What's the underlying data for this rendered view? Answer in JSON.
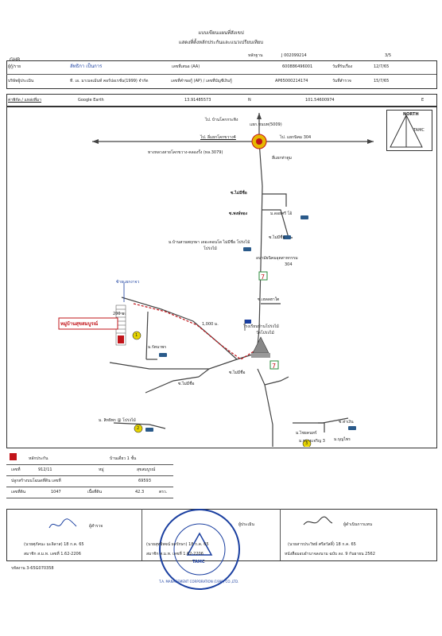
{
  "header": {
    "title": "แบบเขียนแผนที่สังเขป",
    "subtitle": "แสดงที่ตั้งหลักประกันและแนวเปรียบเทียบ",
    "logo": "GHB",
    "doc_no_label": "หลักฐาน",
    "doc_no": "J 002099214",
    "page": "3/5"
  },
  "info": {
    "owner_label": "ผู้กู้/ราย",
    "owner_value": "ลัทธิกา เป็นการ",
    "loan_no_label": "เลขที่เสนอ (AA)",
    "loan_no": "600886496001",
    "recv_date_label": "วันที่รับเรื่อง",
    "recv_date": "12/7/65",
    "appraiser_label": "บริษัทผู้ประเมิน",
    "appraiser_value": "ที. เอ. มาเนจเม้นท์ คอร์ปอเรชั่น(1999) จำกัด",
    "ap_no_label": "เลขที่คำขอกู้ (AP) / เลขที่บัญชีเงินกู้",
    "ap_no": "AP65000214174",
    "check_date_label": "วันที่สำรวจ",
    "check_date": "15/7/65"
  },
  "coords": {
    "label": "ค่าพิกัด / แหล่งที่มา",
    "source": "Google Earth",
    "lat": "13.91485573",
    "lat_dir": "N",
    "lon": "101.54600974",
    "lon_dir": "E"
  },
  "map": {
    "north": "NORTH",
    "north_logo": "TAMC",
    "top_left_road": "ไป. บ้านโคกกระทิง",
    "junction": "แยก.ชนบท(5009)",
    "left_dir": "ไป. ลี่แยกโคกขวาง4",
    "right_dir": "ไป. แยกนิคม 304",
    "highway": "ทางหลวงสายโคกขวาง-คลองรั้ง (ทล.3079)",
    "market": "สี่แยกท่าตูม",
    "soi1": "ซ.ไม่มีชื่อ",
    "soi2": "ซ.พงษ์ทอง",
    "shop": "ม.ดอยศรี โอ้",
    "soi3": "ซ.ไม่มีชื่อ",
    "village1": "ม.บ้านสวนพฤกษา เดอะคอนโด ไม่มีชื่อ โปร่งไม้",
    "village1_b": "โปร่งไม้",
    "factory": "อนามัยนิคมอุตสาหกรรม",
    "factory_no": "304",
    "seven_label": "7",
    "soi4": "ซ.เฮลลฮาใต",
    "school": "โรงเรียนบ้านโปร่งไม้",
    "temple": "วัดโปร่งไม้",
    "subject": "หมู่บ้านสุขสมบูรณ์",
    "handnote": "ซ้ายแยกงาจว",
    "dist1": "200 ม.",
    "dist2": "1,000 ม.",
    "village2": "ม.รัตนาพร",
    "soi5": "ซ.ไม่มีชื่อ",
    "soi6": "ซ.ไม่มีชื่อ",
    "comp2": "ม. สิทธิพร @ โปร่งไม้",
    "soi7": "ซ.ท่าเงิน",
    "comp3_a": "ม.ไชยคนทร์",
    "comp3_b": "ม.บุญไพร",
    "comp3_c": "ม.ทรายเจริญ 3",
    "marker1": "1",
    "marker2": "2",
    "marker3": "3",
    "accent": "#c2141a"
  },
  "detail": {
    "legend_label": "หลักประกัน",
    "house_type": "บ้านเดี่ยว 1 ชั้น",
    "no_label": "เลขที่",
    "no_value": "912/11",
    "moo_label": "หมู่",
    "moo_value": "สุขสมบูรณ์",
    "title_label": "ปลูกสร้างบนโฉนดที่ดิน เลขที่",
    "title_no": "69593",
    "land_label": "เลขที่ดิน",
    "land_no": "1047",
    "area_label": "เนื้อที่ดิน",
    "area_value": "42.3",
    "area_unit": "ตรว."
  },
  "signatures": {
    "sig1_role": "ผู้สำรวจ",
    "sig1_name": "(นายศุภัคนะ มะลิลาส) 18 ก.ค. 65",
    "sig1_license": "สมาชิก ส.ม.ท. เลขที่ 1.62-2206",
    "sig2_role": "ผู้ประเมิน",
    "sig2_name": "(นายสุทธิพจน์ ผลรักษา) 18 ก.ค. 65",
    "sig2_license": "สมาชิก ส.ม.ท. เลขที่ 1.62-2206",
    "sig3_role": "ผู้ดำเนินการแทน",
    "sig3_name": "(นายสารประวิทย์ ศรีสวัสดิ์) 18 ก.ค. 65",
    "sig3_license": "หนังสือมอบอำนาจลงนาม ฉบับ ลง. 9 กันยายน 2562",
    "stamp_text": "T.A. MANAGEMENT CORPORATION (1999) CO.,LTD.",
    "stamp_logo": "TAMC",
    "footer": "รหัสงาน 3-65G070358"
  }
}
